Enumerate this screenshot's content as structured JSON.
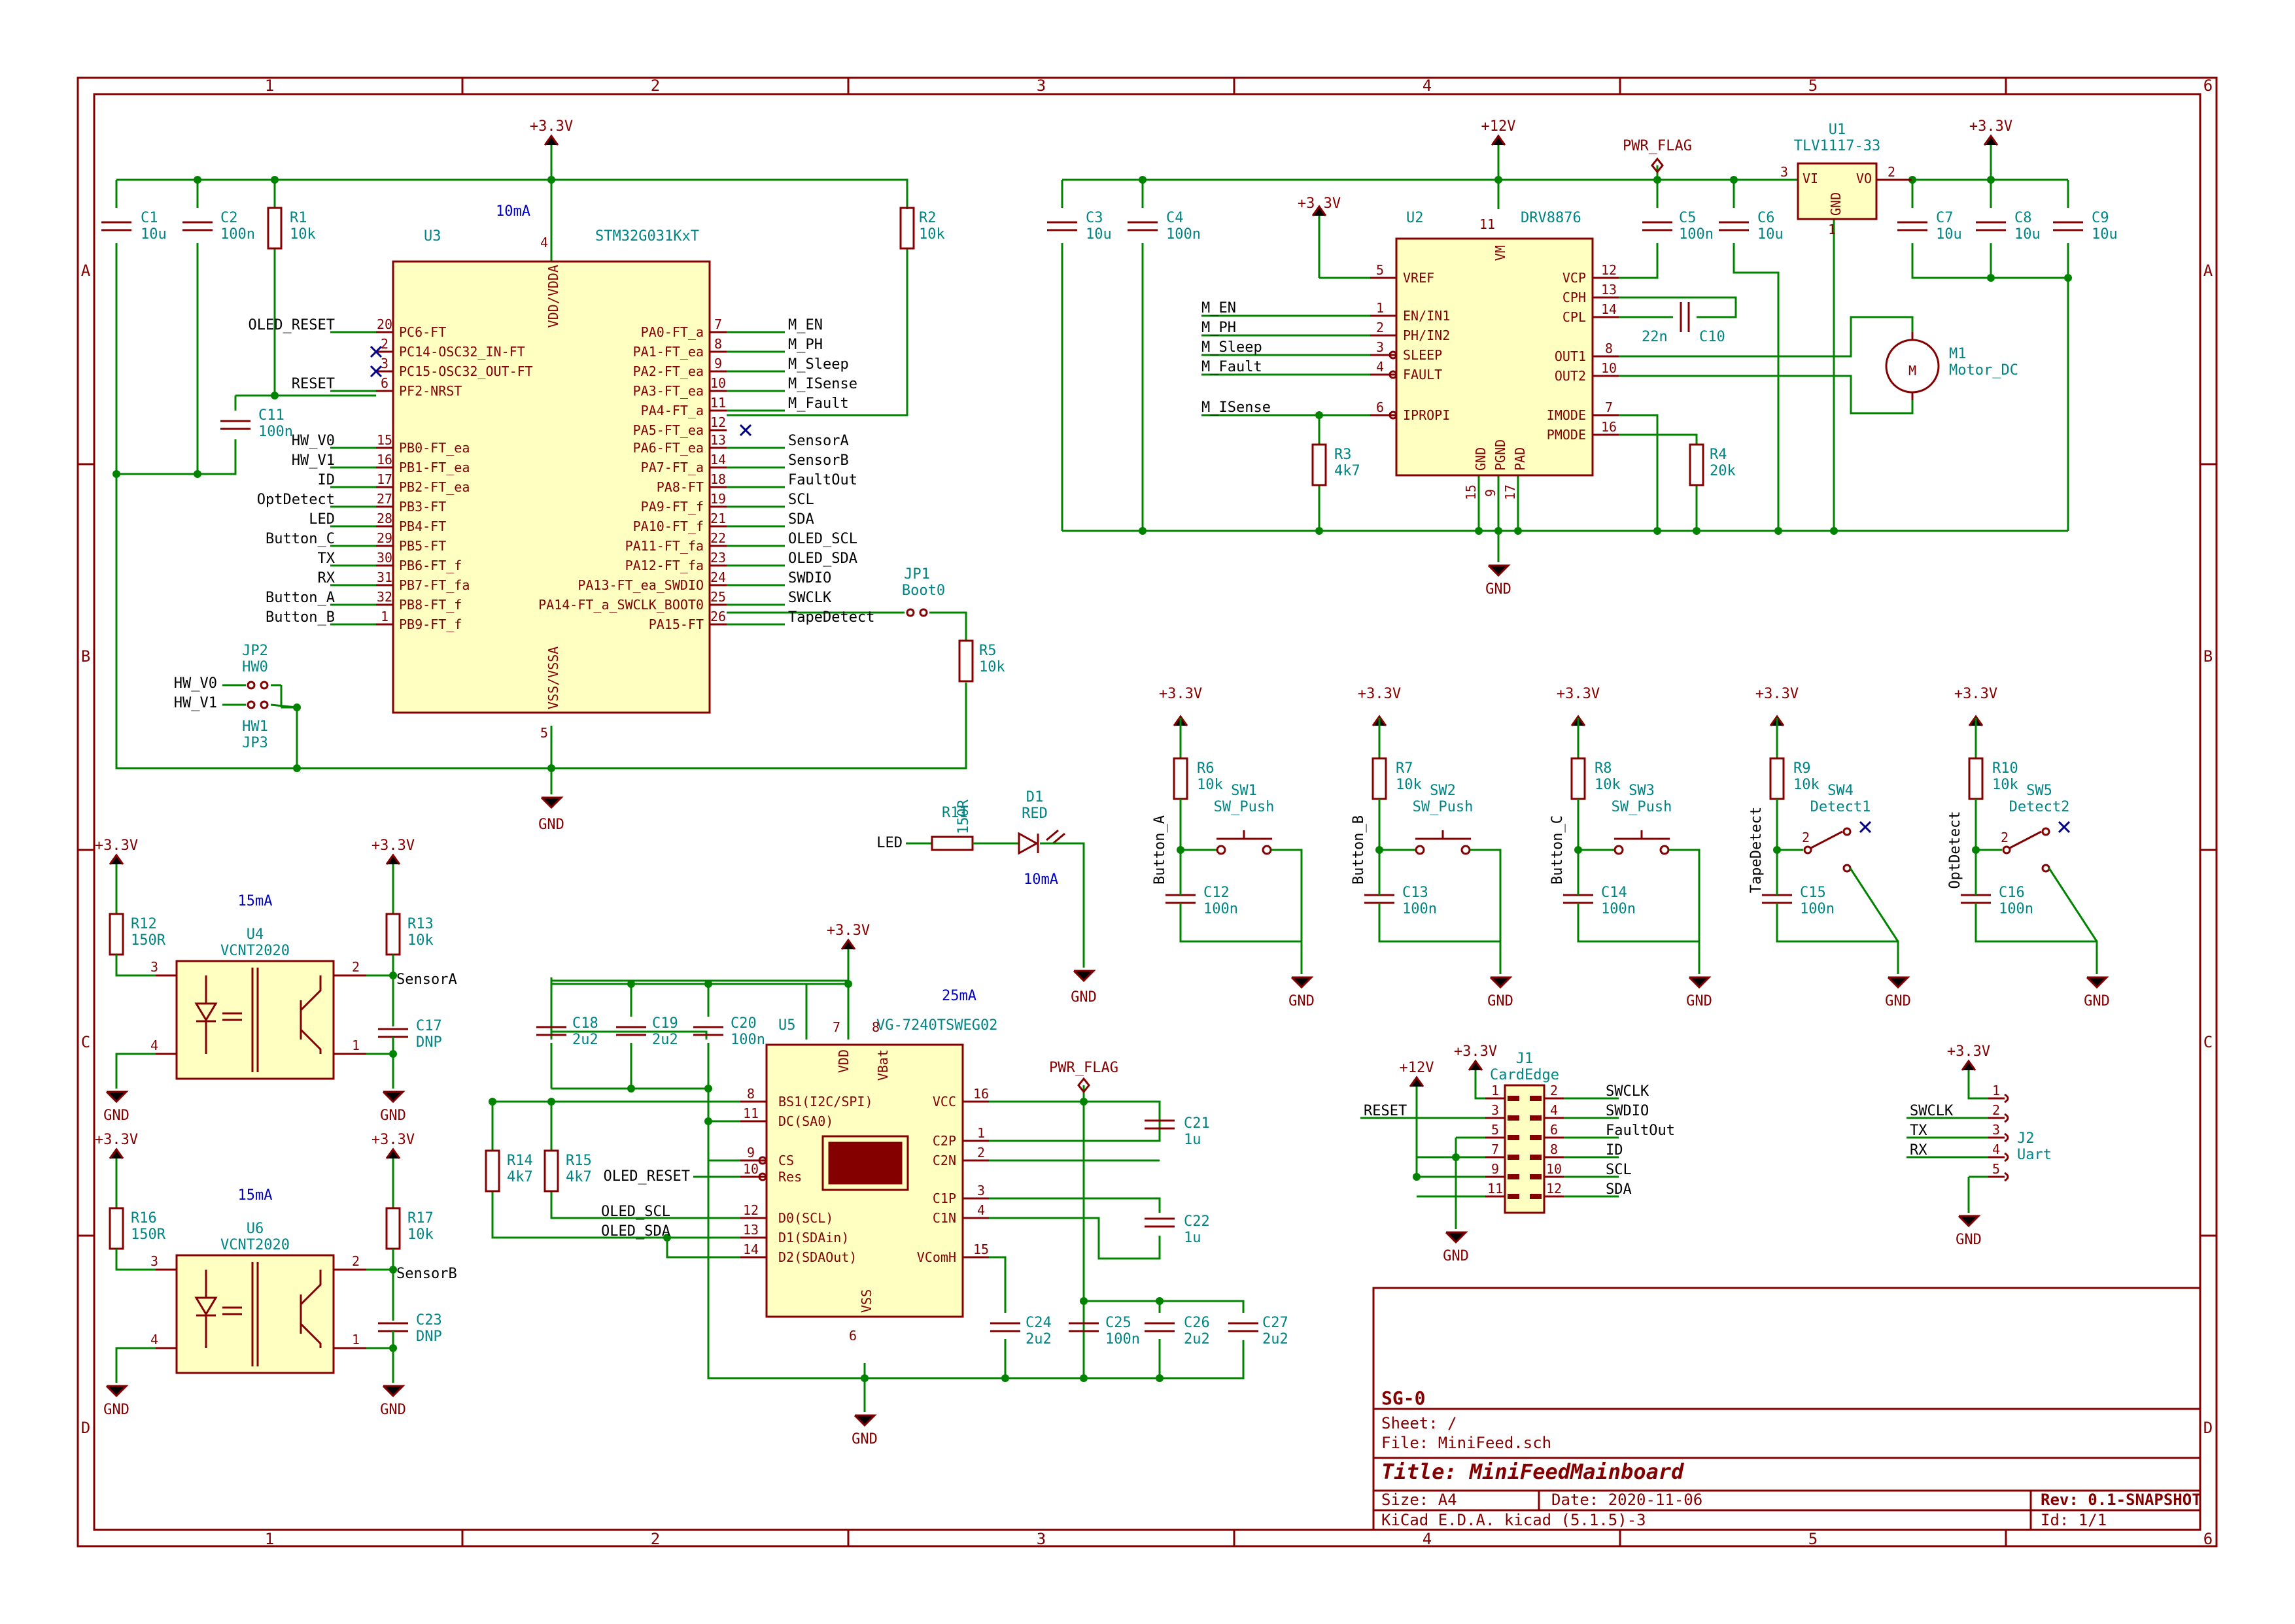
{
  "frame": {
    "cols": [
      "1",
      "2",
      "3",
      "4",
      "5",
      "6"
    ],
    "rows": [
      "A",
      "B",
      "C",
      "D"
    ]
  },
  "power": {
    "v33": "+3.3V",
    "v12": "+12V",
    "gnd": "GND",
    "pwr_flag": "PWR_FLAG"
  },
  "notes": {
    "u3_current": "10mA",
    "led_current": "10mA",
    "u4_current": "15mA",
    "u6_current": "15mA",
    "u5_current": "25mA"
  },
  "u3": {
    "ref": "U3",
    "value": "STM32G031KxT",
    "top": "VDD/VDDA",
    "bottom": "VSS/VSSA",
    "left_pins": [
      {
        "num": "20",
        "name": "PC6-FT",
        "net": "OLED_RESET"
      },
      {
        "num": "2",
        "name": "PC14-OSC32_IN-FT",
        "net": ""
      },
      {
        "num": "3",
        "name": "PC15-OSC32_OUT-FT",
        "net": ""
      },
      {
        "num": "6",
        "name": "PF2-NRST",
        "net": "RESET"
      },
      {
        "num": "15",
        "name": "PB0-FT_ea",
        "net": "HW_V0"
      },
      {
        "num": "16",
        "name": "PB1-FT_ea",
        "net": "HW_V1"
      },
      {
        "num": "17",
        "name": "PB2-FT_ea",
        "net": "ID"
      },
      {
        "num": "27",
        "name": "PB3-FT",
        "net": "OptDetect"
      },
      {
        "num": "28",
        "name": "PB4-FT",
        "net": "LED"
      },
      {
        "num": "29",
        "name": "PB5-FT",
        "net": "Button_C"
      },
      {
        "num": "30",
        "name": "PB6-FT_f",
        "net": "TX"
      },
      {
        "num": "31",
        "name": "PB7-FT_fa",
        "net": "RX"
      },
      {
        "num": "32",
        "name": "PB8-FT_f",
        "net": "Button_A"
      },
      {
        "num": "1",
        "name": "PB9-FT_f",
        "net": "Button_B"
      }
    ],
    "right_pins": [
      {
        "num": "7",
        "name": "PA0-FT_a",
        "net": "M_EN"
      },
      {
        "num": "8",
        "name": "PA1-FT_ea",
        "net": "M_PH"
      },
      {
        "num": "9",
        "name": "PA2-FT_ea",
        "net": "M_Sleep"
      },
      {
        "num": "10",
        "name": "PA3-FT_ea",
        "net": "M_ISense"
      },
      {
        "num": "11",
        "name": "PA4-FT_a",
        "net": "M_Fault"
      },
      {
        "num": "12",
        "name": "PA5-FT_ea",
        "net": ""
      },
      {
        "num": "13",
        "name": "PA6-FT_ea",
        "net": "SensorA"
      },
      {
        "num": "14",
        "name": "PA7-FT_a",
        "net": "SensorB"
      },
      {
        "num": "18",
        "name": "PA8-FT",
        "net": "FaultOut"
      },
      {
        "num": "19",
        "name": "PA9-FT_f",
        "net": "SCL"
      },
      {
        "num": "21",
        "name": "PA10-FT_f",
        "net": "SDA"
      },
      {
        "num": "22",
        "name": "PA11-FT_fa",
        "net": "OLED_SCL"
      },
      {
        "num": "23",
        "name": "PA12-FT_fa",
        "net": "OLED_SDA"
      },
      {
        "num": "24",
        "name": "PA13-FT_ea_SWDIO",
        "net": "SWDIO"
      },
      {
        "num": "25",
        "name": "PA14-FT_a_SWCLK_BOOT0",
        "net": "SWCLK"
      },
      {
        "num": "26",
        "name": "PA15-FT",
        "net": "TapeDetect"
      }
    ],
    "pin_top": "4",
    "pin_bottom": "5"
  },
  "parts1": {
    "c1": [
      "C1",
      "10u"
    ],
    "c2": [
      "C2",
      "100n"
    ],
    "r1": [
      "R1",
      "10k"
    ],
    "r2": [
      "R2",
      "10k"
    ],
    "c11": [
      "C11",
      "100n"
    ],
    "jp1": [
      "JP1",
      "Boot0"
    ],
    "r5": [
      "R5",
      "10k"
    ],
    "jp2": [
      "JP2",
      "HW0"
    ],
    "jp3": [
      "JP3",
      "HW1"
    ],
    "hw_v0": "HW_V0",
    "hw_v1": "HW_V1"
  },
  "u2": {
    "ref": "U2",
    "value": "DRV8876",
    "left_pins": [
      {
        "num": "5",
        "name": "VREF"
      },
      {
        "num": "1",
        "name": "EN/IN1"
      },
      {
        "num": "2",
        "name": "PH/IN2"
      },
      {
        "num": "3",
        "name": "SLEEP"
      },
      {
        "num": "4",
        "name": "FAULT"
      },
      {
        "num": "6",
        "name": "IPROPI"
      }
    ],
    "right_pins": [
      {
        "num": "12",
        "name": "VCP"
      },
      {
        "num": "13",
        "name": "CPH"
      },
      {
        "num": "14",
        "name": "CPL"
      },
      {
        "num": "8",
        "name": "OUT1"
      },
      {
        "num": "10",
        "name": "OUT2"
      },
      {
        "num": "7",
        "name": "IMODE"
      },
      {
        "num": "16",
        "name": "PMODE"
      }
    ],
    "top": "VM",
    "pin_top": "11",
    "bottom": [
      "GND",
      "PGND",
      "PAD"
    ],
    "pin_bottom": [
      "15",
      "9",
      "17"
    ],
    "nets": [
      "M_EN",
      "M_PH",
      "M_Sleep",
      "M_Fault",
      "M_ISense"
    ]
  },
  "parts2": {
    "c3": [
      "C3",
      "10u"
    ],
    "c4": [
      "C4",
      "100n"
    ],
    "r3": [
      "R3",
      "4k7"
    ],
    "c5": [
      "C5",
      "100n"
    ],
    "c6": [
      "C6",
      "10u"
    ],
    "c10": [
      "C10",
      "22n"
    ],
    "r4": [
      "R4",
      "20k"
    ],
    "m1": [
      "M1",
      "Motor_DC"
    ],
    "u1": [
      "U1",
      "TLV1117-33"
    ],
    "u1_pins": {
      "vi": "VI",
      "vo": "VO",
      "gnd": "GND",
      "n_vi": "3",
      "n_vo": "2",
      "n_gnd": "1"
    },
    "c7": [
      "C7",
      "10u"
    ],
    "c8": [
      "C8",
      "10u"
    ],
    "c9": [
      "C9",
      "10u"
    ]
  },
  "buttons": [
    {
      "r": [
        "R6",
        "10k"
      ],
      "sw": [
        "SW1",
        "SW_Push"
      ],
      "c": [
        "C12",
        "100n"
      ],
      "net": "Button_A"
    },
    {
      "r": [
        "R7",
        "10k"
      ],
      "sw": [
        "SW2",
        "SW_Push"
      ],
      "c": [
        "C13",
        "100n"
      ],
      "net": "Button_B"
    },
    {
      "r": [
        "R8",
        "10k"
      ],
      "sw": [
        "SW3",
        "SW_Push"
      ],
      "c": [
        "C14",
        "100n"
      ],
      "net": "Button_C"
    },
    {
      "r": [
        "R9",
        "10k"
      ],
      "sw": [
        "SW4",
        "Detect1"
      ],
      "c": [
        "C15",
        "100n"
      ],
      "net": "TapeDetect"
    },
    {
      "r": [
        "R10",
        "10k"
      ],
      "sw": [
        "SW5",
        "Detect2"
      ],
      "c": [
        "C16",
        "100n"
      ],
      "net": "OptDetect"
    }
  ],
  "led": {
    "r": [
      "R11",
      "150R"
    ],
    "d": [
      "D1",
      "RED"
    ],
    "net": "LED"
  },
  "sensors": [
    {
      "r_led": [
        "R12",
        "150R"
      ],
      "u": [
        "U4",
        "VCNT2020"
      ],
      "r_pu": [
        "R13",
        "10k"
      ],
      "c": [
        "C17",
        "DNP"
      ],
      "net": "SensorA"
    },
    {
      "r_led": [
        "R16",
        "150R"
      ],
      "u": [
        "U6",
        "VCNT2020"
      ],
      "r_pu": [
        "R17",
        "10k"
      ],
      "c": [
        "C23",
        "DNP"
      ],
      "net": "SensorB"
    }
  ],
  "u5": {
    "ref": "U5",
    "value": "VG-7240TSWEG02",
    "top": [
      "VDD",
      "VBat"
    ],
    "pin_top": [
      "7",
      "8"
    ],
    "bottom": "VSS",
    "pin_bottom": "6",
    "left_pins": [
      {
        "num": "8",
        "name": "BS1(I2C/SPI)"
      },
      {
        "num": "11",
        "name": "DC(SA0)"
      },
      {
        "num": "9",
        "name": "CS"
      },
      {
        "num": "10",
        "name": "Res"
      },
      {
        "num": "12",
        "name": "D0(SCL)"
      },
      {
        "num": "13",
        "name": "D1(SDAin)"
      },
      {
        "num": "14",
        "name": "D2(SDAOut)"
      }
    ],
    "right_pins": [
      {
        "num": "16",
        "name": "VCC"
      },
      {
        "num": "1",
        "name": "C2P"
      },
      {
        "num": "2",
        "name": "C2N"
      },
      {
        "num": "3",
        "name": "C1P"
      },
      {
        "num": "4",
        "name": "C1N"
      },
      {
        "num": "15",
        "name": "VComH"
      }
    ],
    "nets": [
      "OLED_RESET",
      "OLED_SCL",
      "OLED_SDA"
    ]
  },
  "parts3": {
    "c18": [
      "C18",
      "2u2"
    ],
    "c19": [
      "C19",
      "2u2"
    ],
    "c20": [
      "C20",
      "100n"
    ],
    "r14": [
      "R14",
      "4k7"
    ],
    "r15": [
      "R15",
      "4k7"
    ],
    "c21": [
      "C21",
      "1u"
    ],
    "c22": [
      "C22",
      "1u"
    ],
    "c24": [
      "C24",
      "2u2"
    ],
    "c25": [
      "C25",
      "100n"
    ],
    "c26": [
      "C26",
      "2u2"
    ],
    "c27": [
      "C27",
      "2u2"
    ]
  },
  "j1": {
    "ref": "J1",
    "value": "CardEdge",
    "left": [
      {
        "n": "1",
        "net": ""
      },
      {
        "n": "3",
        "net": "RESET"
      },
      {
        "n": "5",
        "net": ""
      },
      {
        "n": "7",
        "net": ""
      },
      {
        "n": "9",
        "net": ""
      },
      {
        "n": "11",
        "net": ""
      }
    ],
    "right": [
      {
        "n": "2",
        "net": "SWCLK"
      },
      {
        "n": "4",
        "net": "SWDIO"
      },
      {
        "n": "6",
        "net": "FaultOut"
      },
      {
        "n": "8",
        "net": "ID"
      },
      {
        "n": "10",
        "net": "SCL"
      },
      {
        "n": "12",
        "net": "SDA"
      }
    ]
  },
  "j2": {
    "ref": "J2",
    "value": "Uart",
    "pins": [
      {
        "n": "1",
        "net": ""
      },
      {
        "n": "2",
        "net": "SWCLK"
      },
      {
        "n": "3",
        "net": "TX"
      },
      {
        "n": "4",
        "net": "RX"
      },
      {
        "n": "5",
        "net": ""
      }
    ]
  },
  "title_block": {
    "project": "SG-0",
    "sheet": "Sheet: /",
    "file": "File: MiniFeed.sch",
    "title": "Title: MiniFeedMainboard",
    "size": "Size: A4",
    "date": "Date: 2020-11-06",
    "rev": "Rev: 0.1-SNAPSHOT",
    "tool": "KiCad E.D.A.  kicad (5.1.5)-3",
    "id": "Id: 1/1"
  }
}
